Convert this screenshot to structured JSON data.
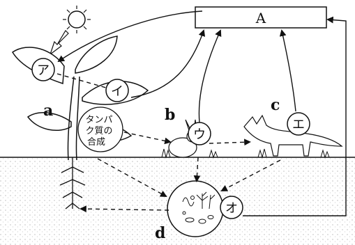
{
  "box": {
    "label": "A"
  },
  "circles": {
    "a_circle": "ア",
    "i_circle": "イ",
    "u_circle": "ウ",
    "e_circle": "エ",
    "o_circle": "オ"
  },
  "letters": {
    "a": "a",
    "b": "b",
    "c": "c",
    "d": "d"
  },
  "protein_synthesis": {
    "line1": "タンパ",
    "line2": "ク質の",
    "line3": "合成"
  }
}
